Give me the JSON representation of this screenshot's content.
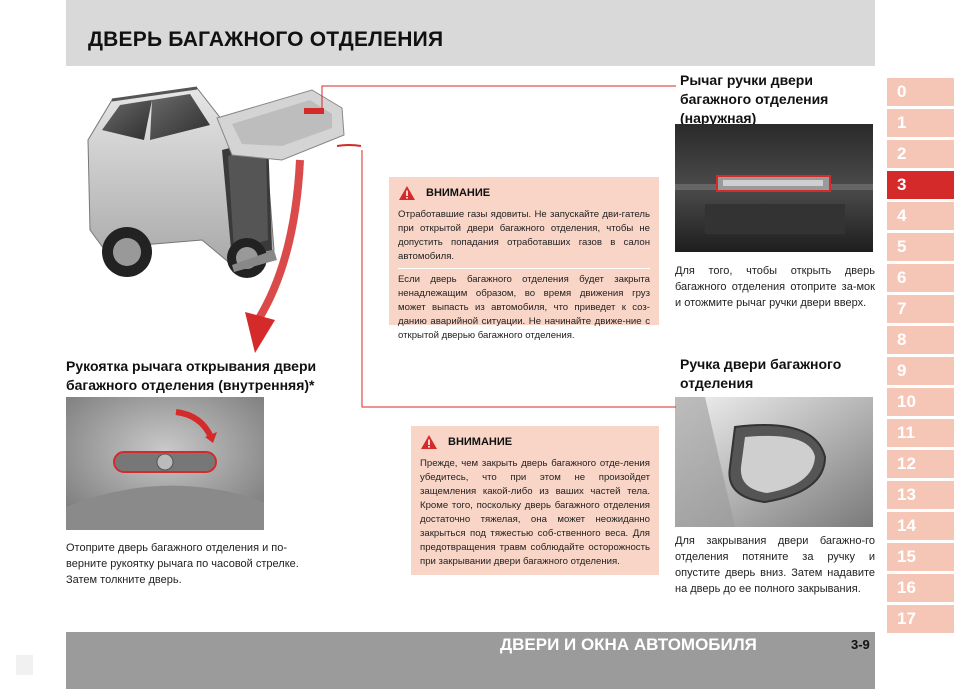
{
  "header": {
    "title": "ДВЕРЬ БАГАЖНОГО ОТДЕЛЕНИЯ"
  },
  "footer": {
    "section": "ДВЕРИ И ОКНА АВТОМОБИЛЯ",
    "page": "3-9"
  },
  "chapter_tabs": [
    {
      "label": "0",
      "active": false
    },
    {
      "label": "1",
      "active": false
    },
    {
      "label": "2",
      "active": false
    },
    {
      "label": "3",
      "active": true
    },
    {
      "label": "4",
      "active": false
    },
    {
      "label": "5",
      "active": false
    },
    {
      "label": "6",
      "active": false
    },
    {
      "label": "7",
      "active": false
    },
    {
      "label": "8",
      "active": false
    },
    {
      "label": "9",
      "active": false
    },
    {
      "label": "10",
      "active": false
    },
    {
      "label": "11",
      "active": false
    },
    {
      "label": "12",
      "active": false
    },
    {
      "label": "13",
      "active": false
    },
    {
      "label": "14",
      "active": false
    },
    {
      "label": "15",
      "active": false
    },
    {
      "label": "16",
      "active": false
    },
    {
      "label": "17",
      "active": false
    }
  ],
  "colors": {
    "accent": "#d42a2a",
    "tab_inactive": "#f5c6b6",
    "warning_bg": "#f8d5c7",
    "header_bg": "#d9d9d9",
    "footer_bg": "#9b9b9b"
  },
  "inner_handle": {
    "heading": "Рукоятка рычага открывания двери багажного отделения (внутренняя)*",
    "text": "Отоприте дверь багажного отделения и по-верните рукоятку рычага по часовой стрелке. Затем толкните дверь."
  },
  "outer_lever": {
    "heading": "Рычаг ручки двери багажного отделения (наружная)",
    "text": "Для того, чтобы открыть дверь багажного отделения отоприте за-мок и отожмите рычаг ручки двери вверх."
  },
  "door_handle": {
    "heading": "Ручка двери багажного отделения",
    "text": "Для закрывания двери багажно-го отделения потяните за ручку и опустите дверь вниз. Затем надавите на дверь до ее полного закрывания."
  },
  "warning_1": {
    "title": "ВНИМАНИЕ",
    "paragraphs": [
      "Отработавшие газы ядовиты. Не запускайте дви-гатель при открытой двери багажного отделения, чтобы не допустить попадания отработавших газов в салон автомобиля.",
      "Если дверь багажного отделения будет закрыта ненадлежащим образом, во время движения груз может выпасть из автомобиля, что приведет к соз-данию аварийной ситуации. Не начинайте движе-ние с открытой дверью багажного отделения."
    ]
  },
  "warning_2": {
    "title": "ВНИМАНИЕ",
    "paragraphs": [
      "Прежде, чем закрыть дверь багажного отде-ления убедитесь, что при этом не произойдет защемления какой-либо из ваших частей тела. Кроме того, поскольку дверь багажного отделения достаточно тяжелая, она может неожиданно закрыться под тяжестью соб-ственного веса. Для предотвращения травм соблюдайте осторожность при закрывании двери багажного отделения."
    ]
  }
}
